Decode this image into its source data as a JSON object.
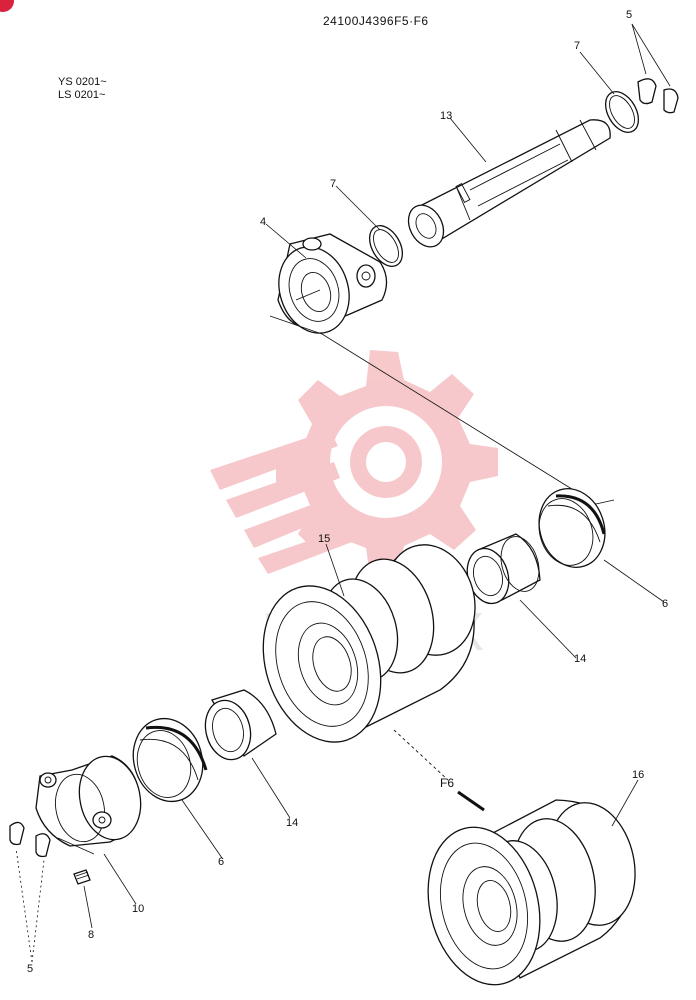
{
  "drawing": {
    "part_code": "24100J4396F5·F6",
    "serial_lines": [
      "YS 0201~",
      "LS 0201~"
    ],
    "view_ref": "F6"
  },
  "callouts": [
    {
      "id": "c5a",
      "text": "5"
    },
    {
      "id": "c7a",
      "text": "7"
    },
    {
      "id": "c13",
      "text": "13"
    },
    {
      "id": "c7b",
      "text": "7"
    },
    {
      "id": "c4",
      "text": "4"
    },
    {
      "id": "c15",
      "text": "15"
    },
    {
      "id": "c6a",
      "text": "6"
    },
    {
      "id": "c14a",
      "text": "14"
    },
    {
      "id": "c14b",
      "text": "14"
    },
    {
      "id": "c6b",
      "text": "6"
    },
    {
      "id": "c16",
      "text": "16"
    },
    {
      "id": "c10",
      "text": "10"
    },
    {
      "id": "c8",
      "text": "8"
    },
    {
      "id": "c5b",
      "text": "5"
    }
  ],
  "colors": {
    "ink": "#111111",
    "watermark": "#f2a5a8",
    "badge": "#d9233d"
  },
  "icons": {
    "watermark": "gear-logo-icon",
    "badge": "corner-dot-icon"
  }
}
